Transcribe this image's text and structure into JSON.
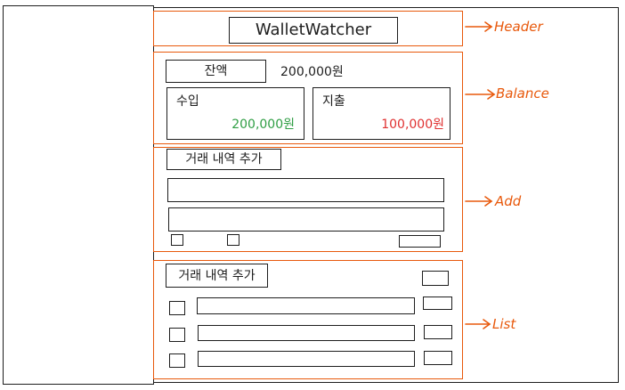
{
  "header": {
    "title": "WalletWatcher"
  },
  "balance": {
    "label": "잔액",
    "amount": "200,000원",
    "income": {
      "label": "수입",
      "amount": "200,000원"
    },
    "expense": {
      "label": "지출",
      "amount": "100,000원"
    }
  },
  "add": {
    "title": "거래 내역 추가"
  },
  "list": {
    "title": "거래 내역 추가",
    "row_count": 3
  },
  "annotations": {
    "header": "Header",
    "balance": "Balance",
    "add": "Add",
    "list": "List"
  },
  "colors": {
    "annotation": "#e8590c",
    "income": "#2f9e44",
    "expense": "#e03131"
  }
}
